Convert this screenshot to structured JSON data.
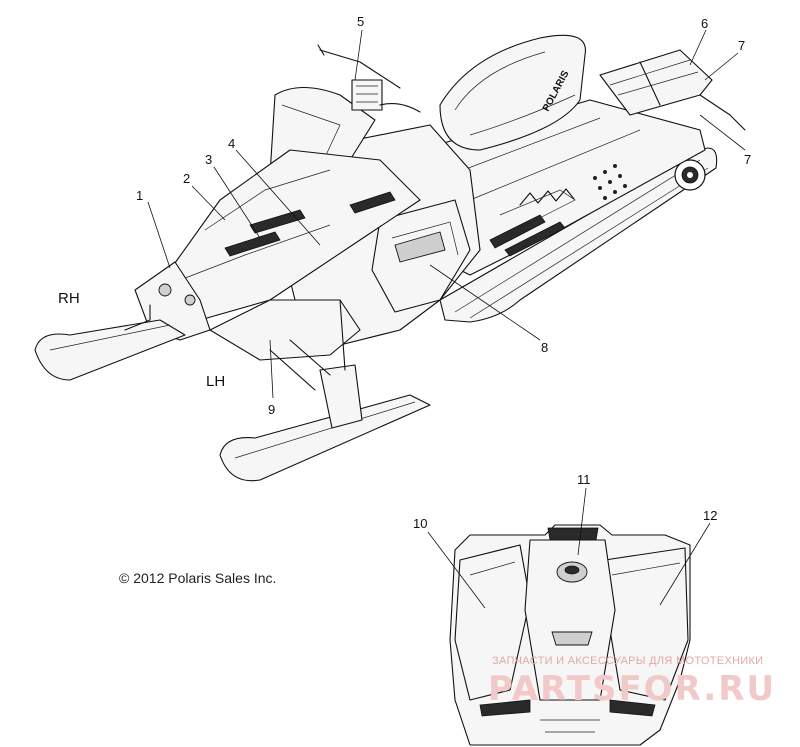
{
  "callouts": {
    "c1": "1",
    "c2": "2",
    "c3": "3",
    "c4": "4",
    "c5": "5",
    "c6": "6",
    "c7a": "7",
    "c7b": "7",
    "c8": "8",
    "c9": "9",
    "c10": "10",
    "c11": "11",
    "c12": "12"
  },
  "sides": {
    "right": "RH",
    "left": "LH"
  },
  "copyright": "© 2012 Polaris Sales Inc.",
  "watermark": {
    "tagline": "ЗАПЧАСТИ И АКСЕССУАРЫ ДЛЯ МОТОТЕХНИКИ",
    "brand": "PARTSFOR.RU"
  },
  "seat_logo": "POLARIS"
}
